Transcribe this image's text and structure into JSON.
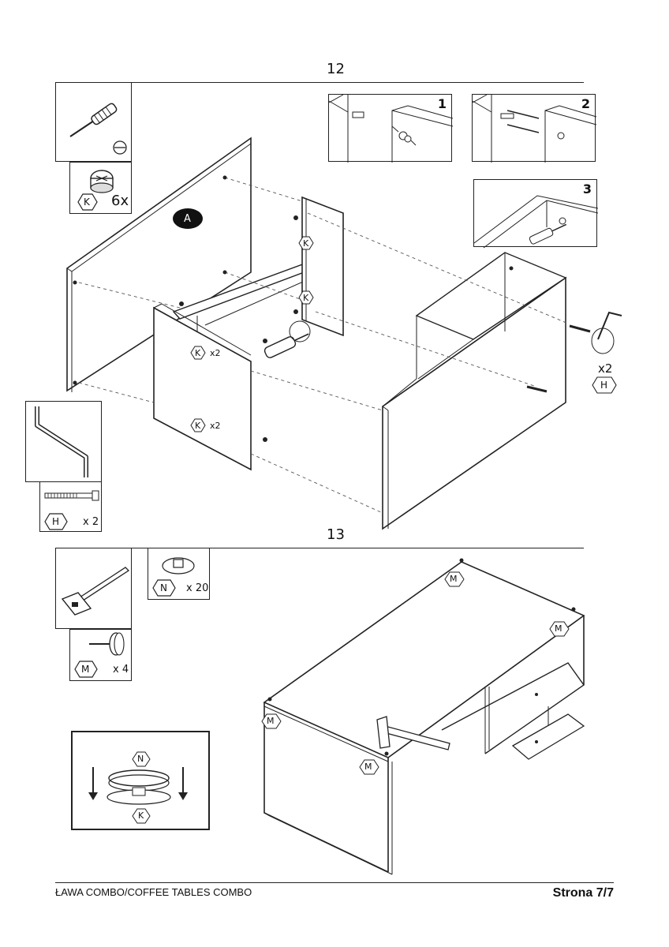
{
  "steps": [
    {
      "number": "12",
      "fastener_k_qty": "6x",
      "fastener_k_label": "K",
      "fastener_h_qty": "x 2",
      "fastener_h_label": "H",
      "part_label": "A",
      "callouts": {
        "k_label": "K",
        "k_x2": "x2",
        "h_label": "H",
        "h_x2": "x2"
      },
      "detail_panels": [
        "1",
        "2",
        "3"
      ]
    },
    {
      "number": "13",
      "fastener_n_qty": "x 20",
      "fastener_n_label": "N",
      "fastener_m_qty": "x 4",
      "fastener_m_label": "M",
      "callouts": {
        "m_label": "M",
        "n_label": "N",
        "k_label": "K"
      }
    }
  ],
  "footer": {
    "title": "ŁAWA COMBO/COFFEE TABLES COMBO",
    "page": "Strona 7/7"
  }
}
